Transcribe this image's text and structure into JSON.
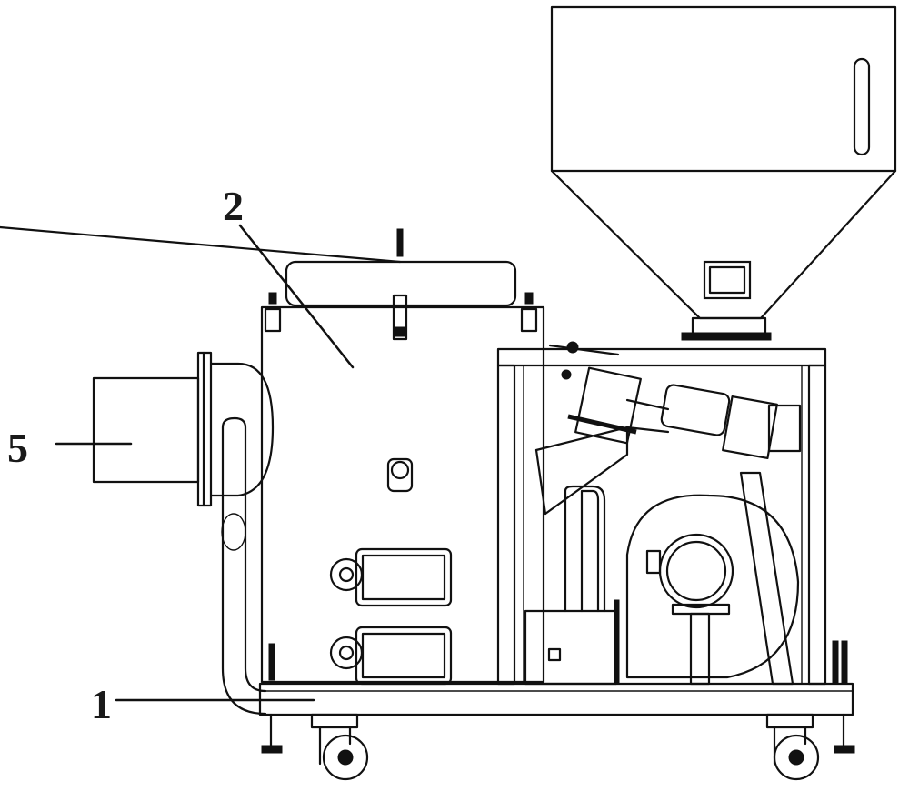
{
  "callouts": [
    {
      "id": "label-1",
      "text": "1"
    },
    {
      "id": "label-2",
      "text": "2"
    },
    {
      "id": "label-5",
      "text": "5"
    }
  ]
}
